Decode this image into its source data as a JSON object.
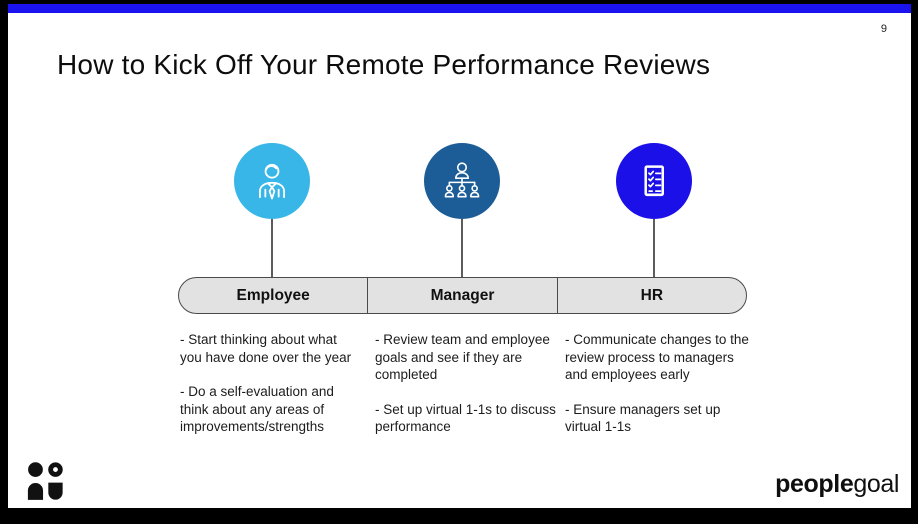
{
  "page": {
    "number": "9"
  },
  "title": "How to Kick Off Your Remote Performance Reviews",
  "columns": [
    {
      "label": "Employee",
      "icon": "employee-person-icon",
      "circle_color": "#38b6e8",
      "bullets": [
        "- Start thinking about what you have done over the year",
        "- Do a self-evaluation and think about any areas of improvements/strengths"
      ]
    },
    {
      "label": "Manager",
      "icon": "org-chart-icon",
      "circle_color": "#1d5d97",
      "bullets": [
        "- Review team and employee goals and see if they are completed",
        "- Set up virtual 1-1s to discuss performance"
      ]
    },
    {
      "label": "HR",
      "icon": "checklist-icon",
      "circle_color": "#1c10e8",
      "bullets": [
        "- Communicate changes to the review process to managers and employees early",
        "- Ensure managers set up virtual 1-1s"
      ]
    }
  ],
  "footer": {
    "wordmark_bold": "people",
    "wordmark_light": "goal"
  },
  "colors": {
    "top_bar": "#1a13f0",
    "pill_background": "#e2e2e2",
    "pill_border": "#4a4a4a",
    "frame": "#000000"
  }
}
